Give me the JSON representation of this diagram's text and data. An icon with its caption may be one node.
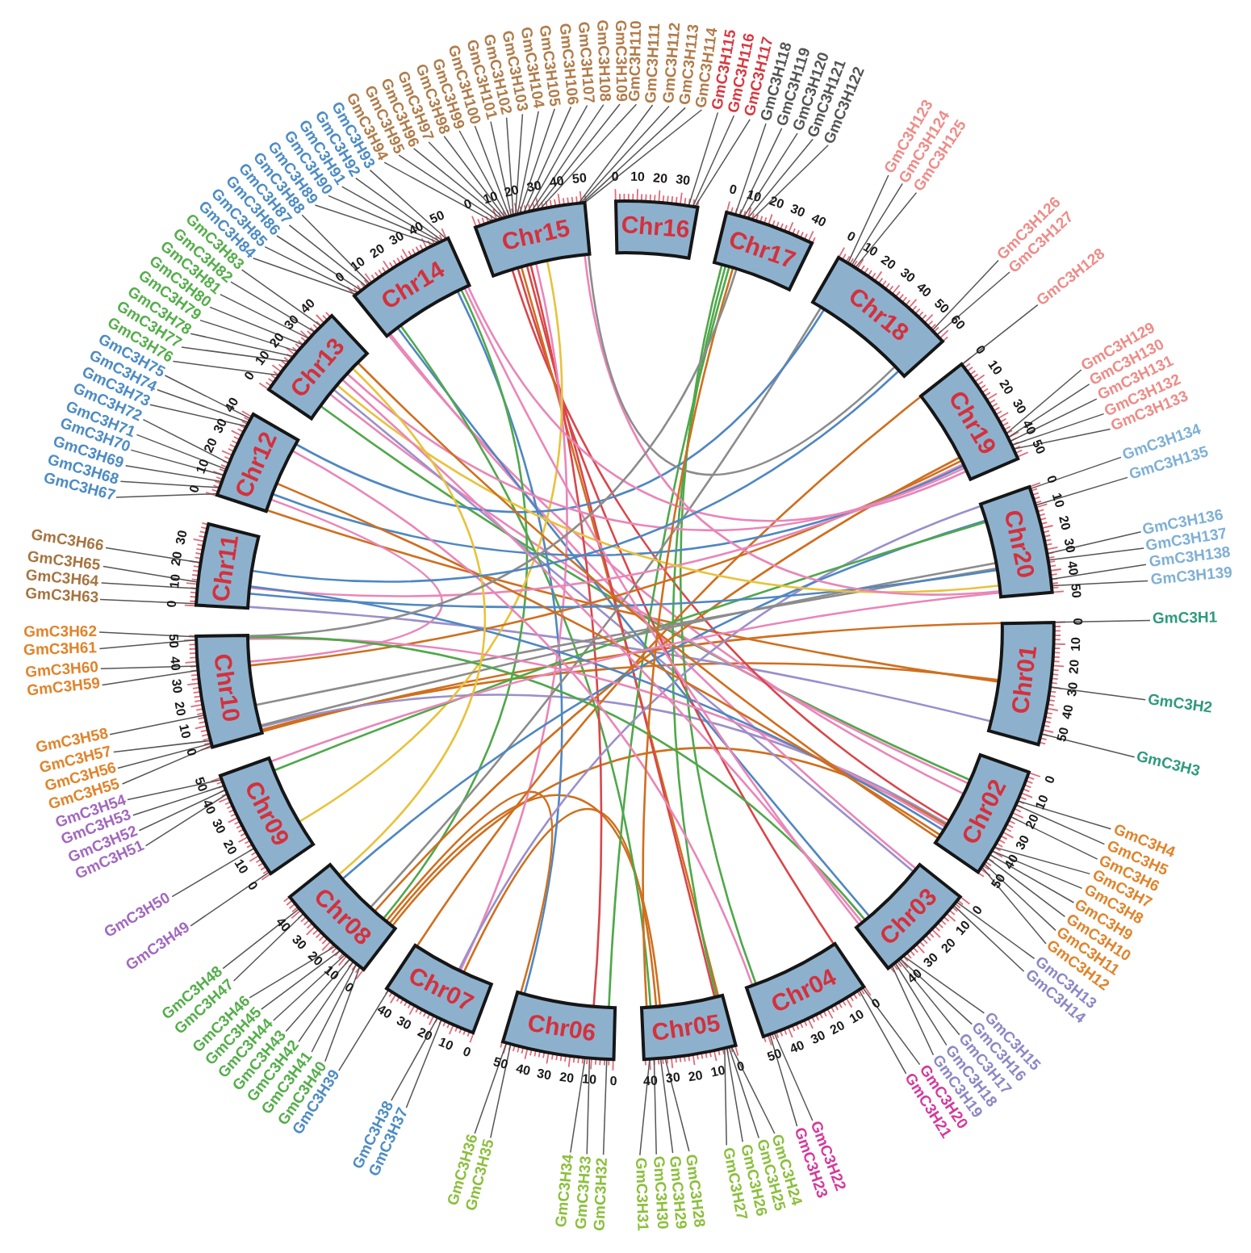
{
  "diagram": {
    "nodes": [
      {
        "text": [
          "Chr01"
        ],
        "beside": [
          "0",
          "10",
          "20",
          "30",
          "40",
          "50"
        ]
      },
      {
        "text": [
          "Chr02"
        ],
        "beside": [
          "0",
          "10",
          "20",
          "30",
          "40",
          "50"
        ]
      },
      {
        "text": [
          "Chr03"
        ],
        "beside": [
          "0",
          "10",
          "20",
          "30",
          "40"
        ]
      },
      {
        "text": [
          "Chr04"
        ],
        "beside": [
          "0",
          "10",
          "20",
          "30",
          "40",
          "50"
        ]
      },
      {
        "text": [
          "Chr05"
        ],
        "beside": [
          "0",
          "10",
          "20",
          "30",
          "40"
        ]
      },
      {
        "text": [
          "Chr06"
        ],
        "beside": [
          "0",
          "10",
          "20",
          "30",
          "40",
          "50"
        ]
      },
      {
        "text": [
          "Chr07"
        ],
        "beside": [
          "0",
          "10",
          "20",
          "30",
          "40"
        ]
      },
      {
        "text": [
          "Chr08"
        ],
        "beside": [
          "0",
          "10",
          "20",
          "30",
          "40"
        ]
      },
      {
        "text": [
          "Chr09"
        ],
        "beside": [
          "0",
          "10",
          "20",
          "30",
          "40",
          "50"
        ]
      },
      {
        "text": [
          "Chr10"
        ],
        "beside": [
          "0",
          "10",
          "20",
          "30",
          "40",
          "50"
        ]
      },
      {
        "text": [
          "Chr11"
        ],
        "beside": [
          "0",
          "10",
          "20",
          "30"
        ]
      },
      {
        "text": [
          "Chr12"
        ],
        "beside": [
          "0",
          "10",
          "20",
          "30",
          "40"
        ]
      },
      {
        "text": [
          "Chr13"
        ],
        "beside": [
          "0",
          "10",
          "20",
          "30",
          "40"
        ]
      },
      {
        "text": [
          "Chr14"
        ],
        "beside": [
          "0",
          "10",
          "20",
          "30",
          "40",
          "50"
        ]
      },
      {
        "text": [
          "Chr15"
        ],
        "beside": [
          "0",
          "10",
          "20",
          "30",
          "40",
          "50"
        ]
      },
      {
        "text": [
          "Chr16"
        ],
        "beside": [
          "0",
          "10",
          "20",
          "30"
        ]
      },
      {
        "text": [
          "Chr17"
        ],
        "beside": [
          "0",
          "10",
          "20",
          "30",
          "40"
        ]
      },
      {
        "text": [
          "Chr18"
        ],
        "beside": [
          "0",
          "10",
          "20",
          "30",
          "40",
          "50",
          "60"
        ]
      },
      {
        "text": [
          "Chr19"
        ],
        "beside": [
          "0",
          "10",
          "20",
          "30",
          "40",
          "50"
        ]
      },
      {
        "text": [
          "Chr20"
        ],
        "beside": [
          "0",
          "10",
          "20",
          "30",
          "40",
          "50"
        ]
      },
      {
        "text": [
          "GmC3H1"
        ]
      },
      {
        "text": [
          "GmC3H2"
        ]
      },
      {
        "text": [
          "GmC3H3"
        ]
      },
      {
        "text": [
          "GmC3H4"
        ]
      },
      {
        "text": [
          "GmC3H5"
        ]
      },
      {
        "text": [
          "GmC3H6"
        ]
      },
      {
        "text": [
          "GmC3H7"
        ]
      },
      {
        "text": [
          "GmC3H8"
        ]
      },
      {
        "text": [
          "GmC3H9"
        ]
      },
      {
        "text": [
          "GmC3H10"
        ]
      },
      {
        "text": [
          "GmC3H11"
        ]
      },
      {
        "text": [
          "GmC3H12"
        ]
      },
      {
        "text": [
          "GmC3H13"
        ]
      },
      {
        "text": [
          "GmC3H14"
        ]
      },
      {
        "text": [
          "GmC3H15"
        ]
      },
      {
        "text": [
          "GmC3H16"
        ]
      },
      {
        "text": [
          "GmC3H17"
        ]
      },
      {
        "text": [
          "GmC3H18"
        ]
      },
      {
        "text": [
          "GmC3H19"
        ]
      },
      {
        "text": [
          "GmC3H20"
        ]
      },
      {
        "text": [
          "GmC3H21"
        ]
      },
      {
        "text": [
          "GmC3H22"
        ]
      },
      {
        "text": [
          "GmC3H23"
        ]
      },
      {
        "text": [
          "GmC3H24"
        ]
      },
      {
        "text": [
          "GmC3H25"
        ]
      },
      {
        "text": [
          "GmC3H26"
        ]
      },
      {
        "text": [
          "GmC3H27"
        ]
      },
      {
        "text": [
          "GmC3H28"
        ]
      },
      {
        "text": [
          "GmC3H29"
        ]
      },
      {
        "text": [
          "GmC3H30"
        ]
      },
      {
        "text": [
          "GmC3H31"
        ]
      },
      {
        "text": [
          "GmC3H32"
        ]
      },
      {
        "text": [
          "GmC3H33"
        ]
      },
      {
        "text": [
          "GmC3H34"
        ]
      },
      {
        "text": [
          "GmC3H35"
        ]
      },
      {
        "text": [
          "GmC3H36"
        ]
      },
      {
        "text": [
          "GmC3H37"
        ]
      },
      {
        "text": [
          "GmC3H38"
        ]
      },
      {
        "text": [
          "GmC3H39"
        ]
      },
      {
        "text": [
          "GmC3H40"
        ]
      },
      {
        "text": [
          "GmC3H41"
        ]
      },
      {
        "text": [
          "GmC3H42"
        ]
      },
      {
        "text": [
          "GmC3H43"
        ]
      },
      {
        "text": [
          "GmC3H44"
        ]
      },
      {
        "text": [
          "GmC3H45"
        ]
      },
      {
        "text": [
          "GmC3H46"
        ]
      },
      {
        "text": [
          "GmC3H47"
        ]
      },
      {
        "text": [
          "GmC3H48"
        ]
      },
      {
        "text": [
          "GmC3H49"
        ]
      },
      {
        "text": [
          "GmC3H50"
        ]
      },
      {
        "text": [
          "GmC3H51"
        ]
      },
      {
        "text": [
          "GmC3H52"
        ]
      },
      {
        "text": [
          "GmC3H53"
        ]
      },
      {
        "text": [
          "GmC3H54"
        ]
      },
      {
        "text": [
          "GmC3H55"
        ]
      },
      {
        "text": [
          "GmC3H56"
        ]
      },
      {
        "text": [
          "GmC3H57"
        ]
      },
      {
        "text": [
          "GmC3H58"
        ]
      },
      {
        "text": [
          "GmC3H59"
        ]
      },
      {
        "text": [
          "GmC3H60"
        ]
      },
      {
        "text": [
          "GmC3H61"
        ]
      },
      {
        "text": [
          "GmC3H62"
        ]
      },
      {
        "text": [
          "GmC3H63"
        ]
      },
      {
        "text": [
          "GmC3H64"
        ]
      },
      {
        "text": [
          "GmC3H65"
        ]
      },
      {
        "text": [
          "GmC3H66"
        ]
      },
      {
        "text": [
          "GmC3H67"
        ]
      },
      {
        "text": [
          "GmC3H68"
        ]
      },
      {
        "text": [
          "GmC3H69"
        ]
      },
      {
        "text": [
          "GmC3H70"
        ]
      },
      {
        "text": [
          "GmC3H71"
        ]
      },
      {
        "text": [
          "GmC3H72"
        ]
      },
      {
        "text": [
          "GmC3H73"
        ]
      },
      {
        "text": [
          "GmC3H74"
        ]
      },
      {
        "text": [
          "GmC3H75"
        ]
      },
      {
        "text": [
          "GmC3H76"
        ]
      },
      {
        "text": [
          "GmC3H77"
        ]
      },
      {
        "text": [
          "GmC3H78"
        ]
      },
      {
        "text": [
          "GmC3H79"
        ]
      },
      {
        "text": [
          "GmC3H80"
        ]
      },
      {
        "text": [
          "GmC3H81"
        ]
      },
      {
        "text": [
          "GmC3H82"
        ]
      },
      {
        "text": [
          "GmC3H83"
        ]
      },
      {
        "text": [
          "GmC3H84"
        ]
      },
      {
        "text": [
          "GmC3H85"
        ]
      },
      {
        "text": [
          "GmC3H86"
        ]
      },
      {
        "text": [
          "GmC3H87"
        ]
      },
      {
        "text": [
          "GmC3H88"
        ]
      },
      {
        "text": [
          "GmC3H89"
        ]
      },
      {
        "text": [
          "GmC3H90"
        ]
      },
      {
        "text": [
          "GmC3H91"
        ]
      },
      {
        "text": [
          "GmC3H92"
        ]
      },
      {
        "text": [
          "GmC3H93"
        ]
      },
      {
        "text": [
          "GmC3H94"
        ]
      },
      {
        "text": [
          "GmC3H95"
        ]
      },
      {
        "text": [
          "GmC3H96"
        ]
      },
      {
        "text": [
          "GmC3H97"
        ]
      },
      {
        "text": [
          "GmC3H98"
        ]
      },
      {
        "text": [
          "GmC3H99"
        ]
      },
      {
        "text": [
          "GmC3H100"
        ]
      },
      {
        "text": [
          "GmC3H101"
        ]
      },
      {
        "text": [
          "GmC3H102"
        ]
      },
      {
        "text": [
          "GmC3H103"
        ]
      },
      {
        "text": [
          "GmC3H104"
        ]
      },
      {
        "text": [
          "GmC3H105"
        ]
      },
      {
        "text": [
          "GmC3H106"
        ]
      },
      {
        "text": [
          "GmC3H107"
        ]
      },
      {
        "text": [
          "GmC3H108"
        ]
      },
      {
        "text": [
          "GmC3H109"
        ]
      },
      {
        "text": [
          "GmC3H110"
        ]
      },
      {
        "text": [
          "GmC3H111"
        ]
      },
      {
        "text": [
          "GmC3H112"
        ]
      },
      {
        "text": [
          "GmC3H113"
        ]
      },
      {
        "text": [
          "GmC3H114"
        ]
      },
      {
        "text": [
          "GmC3H115"
        ]
      },
      {
        "text": [
          "GmC3H116"
        ]
      },
      {
        "text": [
          "GmC3H117"
        ]
      },
      {
        "text": [
          "GmC3H118"
        ]
      },
      {
        "text": [
          "GmC3H119"
        ]
      },
      {
        "text": [
          "GmC3H120"
        ]
      },
      {
        "text": [
          "GmC3H121"
        ]
      },
      {
        "text": [
          "GmC3H122"
        ]
      },
      {
        "text": [
          "GmC3H123"
        ]
      },
      {
        "text": [
          "GmC3H124"
        ]
      },
      {
        "text": [
          "GmC3H125"
        ]
      },
      {
        "text": [
          "GmC3H126"
        ]
      },
      {
        "text": [
          "GmC3H127"
        ]
      },
      {
        "text": [
          "GmC3H128"
        ]
      },
      {
        "text": [
          "GmC3H129"
        ]
      },
      {
        "text": [
          "GmC3H130"
        ]
      },
      {
        "text": [
          "GmC3H131"
        ]
      },
      {
        "text": [
          "GmC3H132"
        ]
      },
      {
        "text": [
          "GmC3H133"
        ]
      },
      {
        "text": [
          "GmC3H134"
        ]
      },
      {
        "text": [
          "GmC3H135"
        ]
      },
      {
        "text": [
          "GmC3H136"
        ]
      },
      {
        "text": [
          "GmC3H137"
        ]
      },
      {
        "text": [
          "GmC3H138"
        ]
      },
      {
        "text": [
          "GmC3H139"
        ]
      }
    ],
    "edges": [
      {
        "from": 20,
        "to": 0,
        "arrow": "none"
      },
      {
        "from": 21,
        "to": 0,
        "arrow": "none"
      },
      {
        "from": 22,
        "to": 0,
        "arrow": "none"
      },
      {
        "from": 23,
        "to": 1,
        "arrow": "none"
      },
      {
        "from": 24,
        "to": 1,
        "arrow": "none"
      },
      {
        "from": 25,
        "to": 1,
        "arrow": "none"
      },
      {
        "from": 26,
        "to": 1,
        "arrow": "none"
      },
      {
        "from": 27,
        "to": 1,
        "arrow": "none"
      },
      {
        "from": 28,
        "to": 1,
        "arrow": "none"
      },
      {
        "from": 29,
        "to": 1,
        "arrow": "none"
      },
      {
        "from": 30,
        "to": 1,
        "arrow": "none"
      },
      {
        "from": 31,
        "to": 1,
        "arrow": "none"
      },
      {
        "from": 32,
        "to": 2,
        "arrow": "none"
      },
      {
        "from": 33,
        "to": 2,
        "arrow": "none"
      },
      {
        "from": 34,
        "to": 2,
        "arrow": "none"
      },
      {
        "from": 35,
        "to": 2,
        "arrow": "none"
      },
      {
        "from": 36,
        "to": 2,
        "arrow": "none"
      },
      {
        "from": 37,
        "to": 2,
        "arrow": "none"
      },
      {
        "from": 38,
        "to": 2,
        "arrow": "none"
      },
      {
        "from": 39,
        "to": 3,
        "arrow": "none"
      },
      {
        "from": 40,
        "to": 3,
        "arrow": "none"
      },
      {
        "from": 41,
        "to": 3,
        "arrow": "none"
      },
      {
        "from": 42,
        "to": 3,
        "arrow": "none"
      },
      {
        "from": 43,
        "to": 4,
        "arrow": "none"
      },
      {
        "from": 44,
        "to": 4,
        "arrow": "none"
      },
      {
        "from": 45,
        "to": 4,
        "arrow": "none"
      },
      {
        "from": 46,
        "to": 4,
        "arrow": "none"
      },
      {
        "from": 47,
        "to": 4,
        "arrow": "none"
      },
      {
        "from": 48,
        "to": 4,
        "arrow": "none"
      },
      {
        "from": 49,
        "to": 4,
        "arrow": "none"
      },
      {
        "from": 50,
        "to": 4,
        "arrow": "none"
      },
      {
        "from": 51,
        "to": 5,
        "arrow": "none"
      },
      {
        "from": 52,
        "to": 5,
        "arrow": "none"
      },
      {
        "from": 53,
        "to": 5,
        "arrow": "none"
      },
      {
        "from": 54,
        "to": 5,
        "arrow": "none"
      },
      {
        "from": 55,
        "to": 5,
        "arrow": "none"
      },
      {
        "from": 56,
        "to": 6,
        "arrow": "none"
      },
      {
        "from": 57,
        "to": 6,
        "arrow": "none"
      },
      {
        "from": 58,
        "to": 6,
        "arrow": "none"
      },
      {
        "from": 59,
        "to": 7,
        "arrow": "none"
      },
      {
        "from": 60,
        "to": 7,
        "arrow": "none"
      },
      {
        "from": 61,
        "to": 7,
        "arrow": "none"
      },
      {
        "from": 62,
        "to": 7,
        "arrow": "none"
      },
      {
        "from": 63,
        "to": 7,
        "arrow": "none"
      },
      {
        "from": 64,
        "to": 7,
        "arrow": "none"
      },
      {
        "from": 65,
        "to": 7,
        "arrow": "none"
      },
      {
        "from": 66,
        "to": 7,
        "arrow": "none"
      },
      {
        "from": 67,
        "to": 7,
        "arrow": "none"
      },
      {
        "from": 68,
        "to": 8,
        "arrow": "none"
      },
      {
        "from": 69,
        "to": 8,
        "arrow": "none"
      },
      {
        "from": 70,
        "to": 8,
        "arrow": "none"
      },
      {
        "from": 71,
        "to": 8,
        "arrow": "none"
      },
      {
        "from": 72,
        "to": 8,
        "arrow": "none"
      },
      {
        "from": 73,
        "to": 8,
        "arrow": "none"
      },
      {
        "from": 74,
        "to": 9,
        "arrow": "none"
      },
      {
        "from": 75,
        "to": 9,
        "arrow": "none"
      },
      {
        "from": 76,
        "to": 9,
        "arrow": "none"
      },
      {
        "from": 77,
        "to": 9,
        "arrow": "none"
      },
      {
        "from": 78,
        "to": 9,
        "arrow": "none"
      },
      {
        "from": 79,
        "to": 9,
        "arrow": "none"
      },
      {
        "from": 80,
        "to": 9,
        "arrow": "none"
      },
      {
        "from": 81,
        "to": 9,
        "arrow": "none"
      },
      {
        "from": 82,
        "to": 10,
        "arrow": "none"
      },
      {
        "from": 83,
        "to": 10,
        "arrow": "none"
      },
      {
        "from": 84,
        "to": 10,
        "arrow": "none"
      },
      {
        "from": 85,
        "to": 10,
        "arrow": "none"
      },
      {
        "from": 86,
        "to": 11,
        "arrow": "none"
      },
      {
        "from": 87,
        "to": 11,
        "arrow": "none"
      },
      {
        "from": 88,
        "to": 11,
        "arrow": "none"
      },
      {
        "from": 89,
        "to": 11,
        "arrow": "none"
      },
      {
        "from": 90,
        "to": 11,
        "arrow": "none"
      },
      {
        "from": 91,
        "to": 11,
        "arrow": "none"
      },
      {
        "from": 92,
        "to": 11,
        "arrow": "none"
      },
      {
        "from": 93,
        "to": 11,
        "arrow": "none"
      },
      {
        "from": 94,
        "to": 11,
        "arrow": "none"
      },
      {
        "from": 95,
        "to": 12,
        "arrow": "none"
      },
      {
        "from": 96,
        "to": 12,
        "arrow": "none"
      },
      {
        "from": 97,
        "to": 12,
        "arrow": "none"
      },
      {
        "from": 98,
        "to": 12,
        "arrow": "none"
      },
      {
        "from": 99,
        "to": 12,
        "arrow": "none"
      },
      {
        "from": 100,
        "to": 12,
        "arrow": "none"
      },
      {
        "from": 101,
        "to": 12,
        "arrow": "none"
      },
      {
        "from": 102,
        "to": 12,
        "arrow": "none"
      },
      {
        "from": 103,
        "to": 13,
        "arrow": "none"
      },
      {
        "from": 104,
        "to": 13,
        "arrow": "none"
      },
      {
        "from": 105,
        "to": 13,
        "arrow": "none"
      },
      {
        "from": 106,
        "to": 13,
        "arrow": "none"
      },
      {
        "from": 107,
        "to": 13,
        "arrow": "none"
      },
      {
        "from": 108,
        "to": 13,
        "arrow": "none"
      },
      {
        "from": 109,
        "to": 13,
        "arrow": "none"
      },
      {
        "from": 110,
        "to": 13,
        "arrow": "none"
      },
      {
        "from": 111,
        "to": 13,
        "arrow": "none"
      },
      {
        "from": 112,
        "to": 13,
        "arrow": "none"
      },
      {
        "from": 113,
        "to": 14,
        "arrow": "none"
      },
      {
        "from": 114,
        "to": 14,
        "arrow": "none"
      },
      {
        "from": 115,
        "to": 14,
        "arrow": "none"
      },
      {
        "from": 116,
        "to": 14,
        "arrow": "none"
      },
      {
        "from": 117,
        "to": 14,
        "arrow": "none"
      },
      {
        "from": 118,
        "to": 14,
        "arrow": "none"
      },
      {
        "from": 119,
        "to": 14,
        "arrow": "none"
      },
      {
        "from": 120,
        "to": 14,
        "arrow": "none"
      },
      {
        "from": 121,
        "to": 14,
        "arrow": "none"
      },
      {
        "from": 122,
        "to": 14,
        "arrow": "none"
      },
      {
        "from": 123,
        "to": 14,
        "arrow": "none"
      },
      {
        "from": 124,
        "to": 14,
        "arrow": "none"
      },
      {
        "from": 125,
        "to": 14,
        "arrow": "none"
      },
      {
        "from": 126,
        "to": 14,
        "arrow": "none"
      },
      {
        "from": 127,
        "to": 14,
        "arrow": "none"
      },
      {
        "from": 128,
        "to": 14,
        "arrow": "none"
      },
      {
        "from": 129,
        "to": 14,
        "arrow": "none"
      },
      {
        "from": 130,
        "to": 14,
        "arrow": "none"
      },
      {
        "from": 131,
        "to": 14,
        "arrow": "none"
      },
      {
        "from": 132,
        "to": 14,
        "arrow": "none"
      },
      {
        "from": 133,
        "to": 14,
        "arrow": "none"
      },
      {
        "from": 134,
        "to": 15,
        "arrow": "none"
      },
      {
        "from": 135,
        "to": 15,
        "arrow": "none"
      },
      {
        "from": 136,
        "to": 15,
        "arrow": "none"
      },
      {
        "from": 137,
        "to": 16,
        "arrow": "none"
      },
      {
        "from": 138,
        "to": 16,
        "arrow": "none"
      },
      {
        "from": 139,
        "to": 16,
        "arrow": "none"
      },
      {
        "from": 140,
        "to": 16,
        "arrow": "none"
      },
      {
        "from": 141,
        "to": 16,
        "arrow": "none"
      },
      {
        "from": 142,
        "to": 17,
        "arrow": "none"
      },
      {
        "from": 143,
        "to": 17,
        "arrow": "none"
      },
      {
        "from": 144,
        "to": 17,
        "arrow": "none"
      },
      {
        "from": 145,
        "to": 17,
        "arrow": "none"
      },
      {
        "from": 146,
        "to": 17,
        "arrow": "none"
      },
      {
        "from": 147,
        "to": 18,
        "arrow": "none"
      },
      {
        "from": 148,
        "to": 18,
        "arrow": "none"
      },
      {
        "from": 149,
        "to": 18,
        "arrow": "none"
      },
      {
        "from": 150,
        "to": 18,
        "arrow": "none"
      },
      {
        "from": 151,
        "to": 18,
        "arrow": "none"
      },
      {
        "from": 152,
        "to": 18,
        "arrow": "none"
      },
      {
        "from": 153,
        "to": 19,
        "arrow": "none"
      },
      {
        "from": 154,
        "to": 19,
        "arrow": "none"
      },
      {
        "from": 155,
        "to": 19,
        "arrow": "none"
      },
      {
        "from": 156,
        "to": 19,
        "arrow": "none"
      },
      {
        "from": 157,
        "to": 19,
        "arrow": "none"
      },
      {
        "from": 158,
        "to": 19,
        "arrow": "none"
      },
      {
        "from": 0,
        "to": 9,
        "arrow": "none",
        "color": "#cf6f1f"
      },
      {
        "from": 0,
        "to": 9,
        "arrow": "none",
        "color": "#cf6f1f"
      },
      {
        "from": 0,
        "to": 11,
        "arrow": "none",
        "color": "#cf6f1f"
      },
      {
        "from": 0,
        "to": 10,
        "arrow": "none",
        "color": "#9b8fcb"
      },
      {
        "from": 1,
        "to": 12,
        "arrow": "none",
        "color": "#4fa84a"
      },
      {
        "from": 1,
        "to": 12,
        "arrow": "none",
        "color": "#e986b8"
      },
      {
        "from": 1,
        "to": 13,
        "arrow": "none",
        "color": "#e986b8"
      },
      {
        "from": 1,
        "to": 14,
        "arrow": "none",
        "color": "#d9464a"
      },
      {
        "from": 1,
        "to": 9,
        "arrow": "none",
        "color": "#9b8fcb"
      },
      {
        "from": 1,
        "to": 7,
        "arrow": "none",
        "color": "#cf6f1f"
      },
      {
        "from": 2,
        "to": 13,
        "arrow": "none",
        "color": "#e986b8"
      },
      {
        "from": 2,
        "to": 12,
        "arrow": "none",
        "color": "#9b8fcb"
      },
      {
        "from": 2,
        "to": 13,
        "arrow": "none",
        "color": "#4f87c2"
      },
      {
        "from": 3,
        "to": 14,
        "arrow": "none",
        "color": "#d9464a"
      },
      {
        "from": 3,
        "to": 16,
        "arrow": "none",
        "color": "#4fa84a"
      },
      {
        "from": 4,
        "to": 14,
        "arrow": "none",
        "color": "#cf6f1f"
      },
      {
        "from": 4,
        "to": 16,
        "arrow": "none",
        "color": "#4fa84a"
      },
      {
        "from": 4,
        "to": 14,
        "arrow": "none",
        "color": "#d9464a"
      },
      {
        "from": 4,
        "to": 7,
        "arrow": "none",
        "color": "#cf6f1f"
      },
      {
        "from": 4,
        "to": 6,
        "arrow": "none",
        "color": "#cf6f1f"
      },
      {
        "from": 4,
        "to": 13,
        "arrow": "none",
        "color": "#4fa84a"
      },
      {
        "from": 5,
        "to": 16,
        "arrow": "none",
        "color": "#4fa84a"
      },
      {
        "from": 5,
        "to": 14,
        "arrow": "none",
        "color": "#d9464a"
      },
      {
        "from": 5,
        "to": 13,
        "arrow": "none",
        "color": "#4f87c2"
      },
      {
        "from": 5,
        "to": 7,
        "arrow": "none",
        "color": "#cf6f1f"
      },
      {
        "from": 6,
        "to": 14,
        "arrow": "none",
        "color": "#e986b8"
      },
      {
        "from": 6,
        "to": 19,
        "arrow": "none",
        "color": "#9b8fcb"
      },
      {
        "from": 6,
        "to": 18,
        "arrow": "none",
        "color": "#cf6f1f"
      },
      {
        "from": 7,
        "to": 13,
        "arrow": "none",
        "color": "#4fa84a"
      },
      {
        "from": 7,
        "to": 18,
        "arrow": "none",
        "color": "#cf6f1f"
      },
      {
        "from": 7,
        "to": 17,
        "arrow": "none",
        "color": "#8c8c8c"
      },
      {
        "from": 7,
        "to": 19,
        "arrow": "none",
        "color": "#4f87c2"
      },
      {
        "from": 8,
        "to": 14,
        "arrow": "none",
        "color": "#e8c23c"
      },
      {
        "from": 8,
        "to": 19,
        "arrow": "none",
        "color": "#4fa84a"
      },
      {
        "from": 9,
        "to": 19,
        "arrow": "none",
        "color": "#8c8c8c"
      },
      {
        "from": 9,
        "to": 19,
        "arrow": "none",
        "color": "#8c8c8c"
      },
      {
        "from": 9,
        "to": 18,
        "arrow": "none",
        "color": "#cf6f1f"
      },
      {
        "from": 9,
        "to": 11,
        "arrow": "none",
        "color": "#e986b8"
      },
      {
        "from": 9,
        "to": 1,
        "arrow": "none",
        "color": "#e986b8"
      },
      {
        "from": 9,
        "to": 2,
        "arrow": "none",
        "color": "#4fa84a"
      },
      {
        "from": 10,
        "to": 19,
        "arrow": "none",
        "color": "#4f87c2"
      },
      {
        "from": 10,
        "to": 18,
        "arrow": "none",
        "color": "#e986b8"
      },
      {
        "from": 10,
        "to": 1,
        "arrow": "none",
        "color": "#4f87c2"
      },
      {
        "from": 11,
        "to": 18,
        "arrow": "none",
        "color": "#4f87c2"
      },
      {
        "from": 11,
        "to": 1,
        "arrow": "none",
        "color": "#cf6f1f"
      },
      {
        "from": 11,
        "to": 3,
        "arrow": "none",
        "color": "#e986b8"
      },
      {
        "from": 11,
        "to": 17,
        "arrow": "none",
        "color": "#4f87c2"
      },
      {
        "from": 12,
        "to": 19,
        "arrow": "none",
        "color": "#e8c23c"
      },
      {
        "from": 12,
        "to": 2,
        "arrow": "none",
        "color": "#e986b8"
      },
      {
        "from": 12,
        "to": 18,
        "arrow": "none",
        "color": "#e986b8"
      },
      {
        "from": 12,
        "to": 7,
        "arrow": "none",
        "color": "#e8c23c"
      },
      {
        "from": 12,
        "to": 1,
        "arrow": "none",
        "color": "#cf6f1f"
      },
      {
        "from": 13,
        "to": 2,
        "arrow": "none",
        "color": "#e986b8"
      },
      {
        "from": 13,
        "to": 18,
        "arrow": "none",
        "color": "#e986b8"
      },
      {
        "from": 14,
        "to": 19,
        "arrow": "none",
        "color": "#e986b8"
      },
      {
        "from": 14,
        "to": 17,
        "arrow": "none",
        "color": "#8c8c8c"
      },
      {
        "from": 16,
        "to": 4,
        "arrow": "none",
        "color": "#cf6f1f"
      },
      {
        "from": 16,
        "to": 9,
        "arrow": "none",
        "color": "#8c8c8c"
      },
      {
        "from": 17,
        "to": 10,
        "arrow": "none",
        "color": "#4f87c2"
      },
      {
        "from": 19,
        "to": 8,
        "arrow": "none",
        "color": "#e986b8"
      }
    ]
  }
}
